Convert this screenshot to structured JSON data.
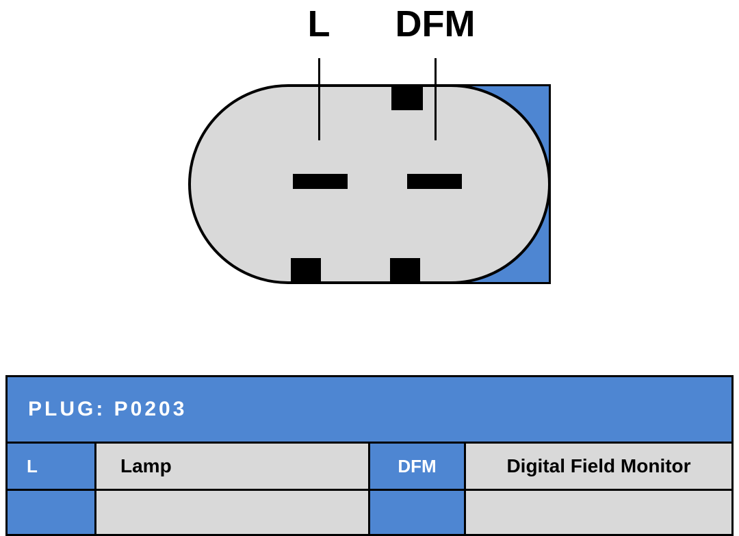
{
  "colors": {
    "blue": "#4e86d2",
    "gray": "#d9d9d9",
    "outline": "#000000"
  },
  "diagram": {
    "pin_labels": [
      {
        "label": "L"
      },
      {
        "label": "DFM"
      }
    ]
  },
  "table": {
    "title": "PLUG: P0203",
    "rows": [
      {
        "cells": [
          {
            "text": "L"
          },
          {
            "text": "Lamp"
          },
          {
            "text": "DFM"
          },
          {
            "text": "Digital Field Monitor"
          }
        ]
      },
      {
        "cells": [
          {
            "text": ""
          },
          {
            "text": ""
          },
          {
            "text": ""
          },
          {
            "text": ""
          }
        ]
      }
    ]
  }
}
